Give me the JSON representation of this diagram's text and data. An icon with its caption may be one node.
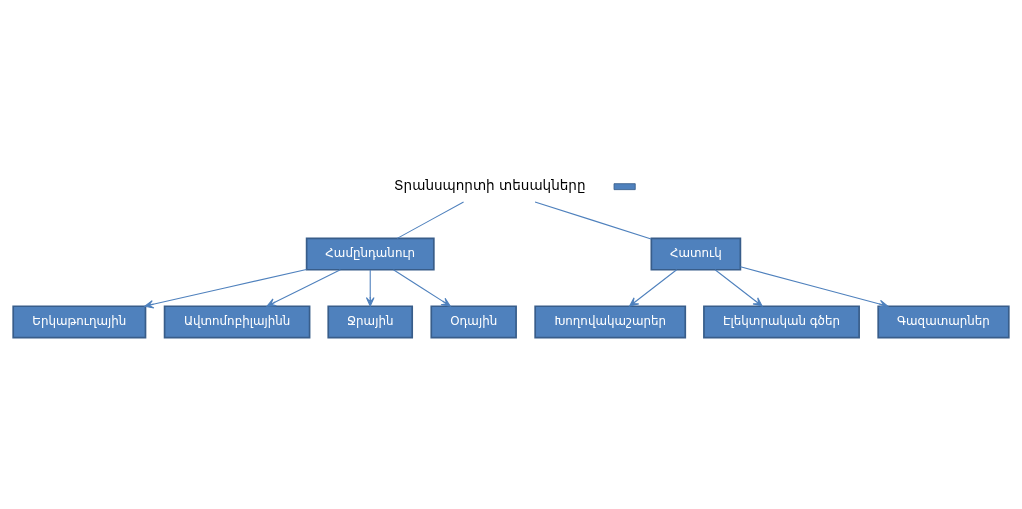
{
  "diagram": {
    "nodes": [
      {
        "text": [
          "Տրանսպորտի տեսակները"
        ]
      },
      {
        "text": [],
        "shape": "bar"
      },
      {
        "text": [
          "Համընդանուր"
        ]
      },
      {
        "text": [
          "Հատուկ"
        ]
      },
      {
        "text": [
          "Երկաթուղային"
        ]
      },
      {
        "text": [
          "Ավտոմոբիլայինն"
        ]
      },
      {
        "text": [
          "Ջրային"
        ]
      },
      {
        "text": [
          "Օդային"
        ]
      },
      {
        "text": [
          "Խողովակաշարեր"
        ]
      },
      {
        "text": [
          "Էլեկտրական գծեր"
        ]
      },
      {
        "text": [
          "Գազատարներ"
        ]
      }
    ],
    "edges": [
      {
        "from": 0,
        "to": 2,
        "arrow": "none"
      },
      {
        "from": 0,
        "to": 3,
        "arrow": "none"
      },
      {
        "from": 2,
        "to": 4,
        "arrow": "to"
      },
      {
        "from": 2,
        "to": 5,
        "arrow": "to"
      },
      {
        "from": 2,
        "to": 6,
        "arrow": "to"
      },
      {
        "from": 2,
        "to": 7,
        "arrow": "to"
      },
      {
        "from": 3,
        "to": 8,
        "arrow": "to"
      },
      {
        "from": 3,
        "to": 9,
        "arrow": "to"
      },
      {
        "from": 3,
        "to": 10,
        "arrow": "to"
      }
    ]
  }
}
